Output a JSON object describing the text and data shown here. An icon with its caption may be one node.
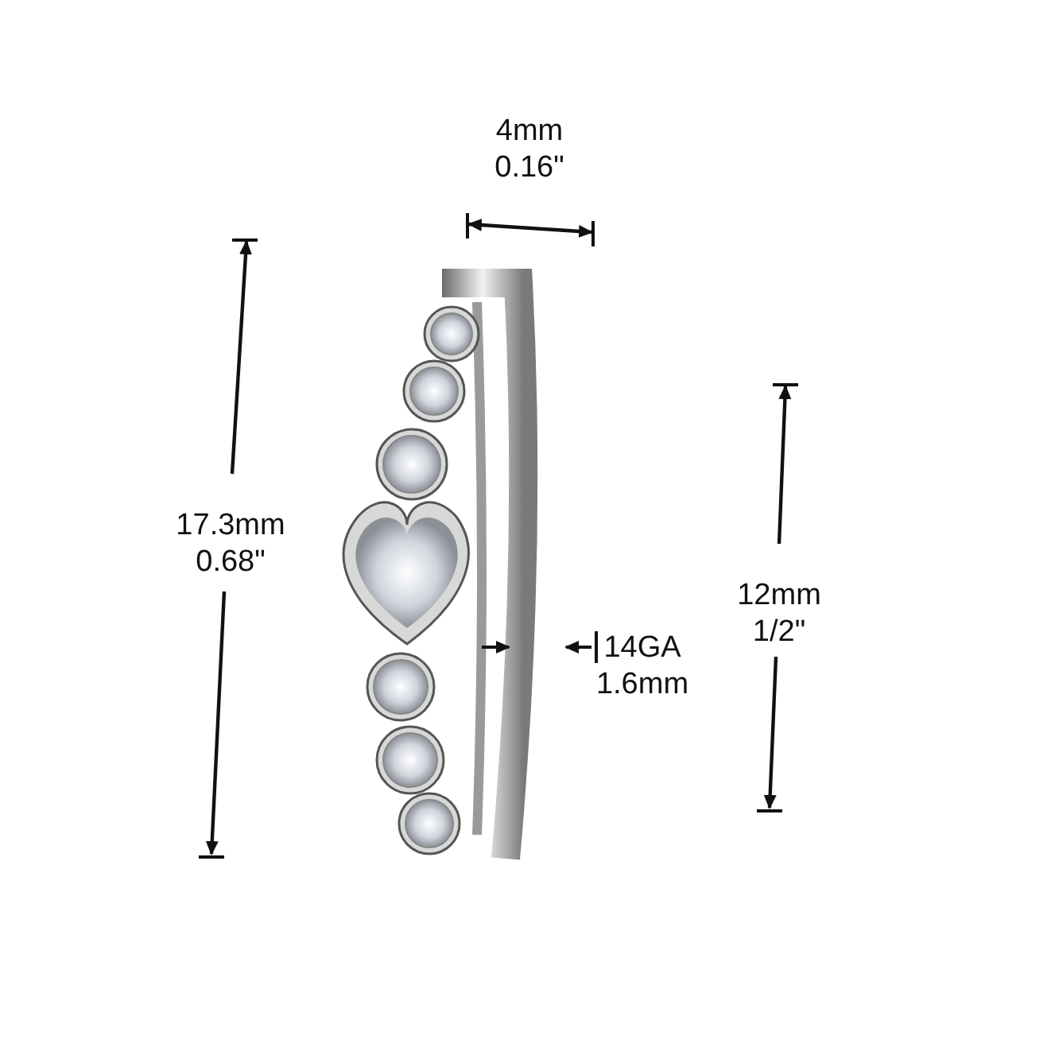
{
  "diagram": {
    "labels": [
      "4mm",
      "0.16\"",
      "17.3mm",
      "0.68\"",
      "12mm",
      "1/2\"",
      "14GA",
      "1.6mm"
    ]
  }
}
